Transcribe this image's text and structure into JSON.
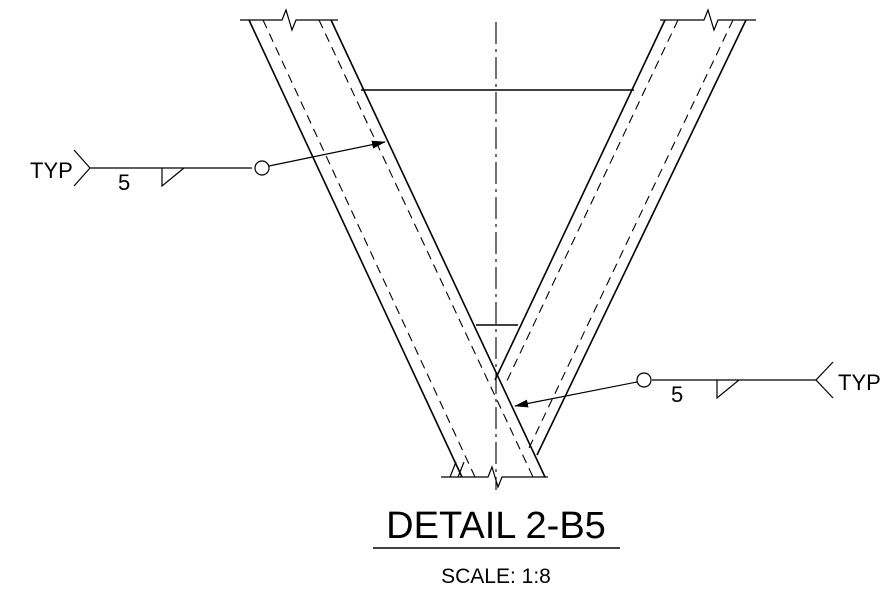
{
  "title": "DETAIL 2-B5",
  "scale": "SCALE: 1:8",
  "weld_callouts": [
    {
      "id": "left",
      "tail": "TYP",
      "size": "5"
    },
    {
      "id": "right",
      "tail": "TYP",
      "size": "5"
    }
  ]
}
